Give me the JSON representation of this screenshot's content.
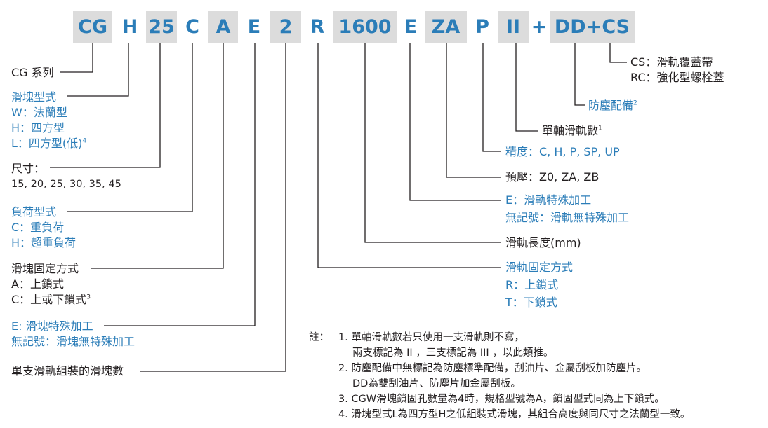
{
  "code_segments": [
    {
      "text": "CG"
    },
    {
      "text": "H"
    },
    {
      "text": "25"
    },
    {
      "text": "C"
    },
    {
      "text": "A"
    },
    {
      "text": "E"
    },
    {
      "text": "2"
    },
    {
      "text": "R"
    },
    {
      "text": "1600"
    },
    {
      "text": "E"
    },
    {
      "text": "ZA"
    },
    {
      "text": "P"
    },
    {
      "text": "II"
    },
    {
      "text": "+"
    },
    {
      "text": "DD+CS"
    }
  ],
  "left_labels": {
    "series": "CG 系列",
    "block_type": {
      "title": "滑塊型式",
      "w": "W：法蘭型",
      "h": "H：四方型",
      "l": "L：四方型(低)",
      "l_sup": "4"
    },
    "size": {
      "title": "尺寸：",
      "values": "15, 20, 25, 30, 35, 45"
    },
    "load": {
      "title": "負荷型式",
      "c": "C：重負荷",
      "h": "H：超重負荷"
    },
    "block_mount": {
      "title": "滑塊固定方式",
      "a": "A：上鎖式",
      "c": "C：上或下鎖式",
      "c_sup": "3"
    },
    "block_special": {
      "e": "E: 滑塊特殊加工",
      "none": "無記號：滑塊無特殊加工"
    },
    "block_count": "單支滑軌組裝的滑塊數"
  },
  "right_labels": {
    "cover": {
      "cs": "CS：滑軌覆蓋帶",
      "rc": "RC：強化型螺栓蓋"
    },
    "dustproof": {
      "text": "防塵配備",
      "sup": "2"
    },
    "rails": {
      "text": "單軸滑軌數",
      "sup": "1"
    },
    "precision": "精度：C, H, P, SP, UP",
    "preload": "預壓：Z0, ZA, ZB",
    "rail_special": {
      "e": "E：滑軌特殊加工",
      "none": "無記號：滑軌無特殊加工"
    },
    "rail_length": "滑軌長度(mm)",
    "rail_mount": {
      "title": "滑軌固定方式",
      "r": "R：上鎖式",
      "t": "T：下鎖式"
    }
  },
  "notes": {
    "prefix": "註：",
    "lines": [
      "1. 單軸滑軌數若只使用一支滑軌則不寫，",
      "兩支標記為 II ，三支標記為 III ，以此類推。",
      "2. 防塵配備中無標記為防塵標準配備，刮油片、金屬刮板加防塵片。",
      "DD為雙刮油片、防塵片加金屬刮板。",
      "3. CGW滑塊鎖固孔數量為4時，規格型號為A，鎖固型式同為上下鎖式。",
      "4. 滑塊型式L為四方型H之低組裝式滑塊，其組合高度與同尺寸之法蘭型一致。"
    ]
  },
  "colors": {
    "accent_blue": "#2b7db8",
    "segment_gray": "#dcdcdc",
    "text": "#231f20"
  }
}
